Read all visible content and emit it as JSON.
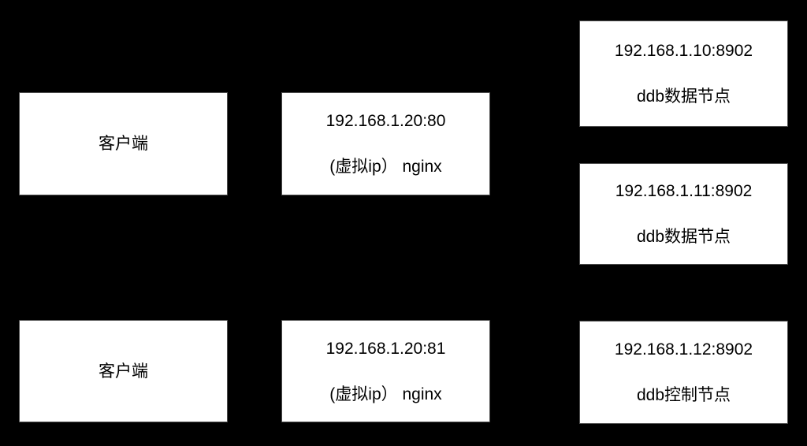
{
  "theme": {
    "background": "#000000",
    "box_fill": "#ffffff",
    "box_border": "#4d4d4d",
    "box_text": "#000000"
  },
  "diagram": {
    "nodes": {
      "client_top": {
        "line1": "客户端"
      },
      "nginx_top": {
        "line1": "192.168.1.20:80",
        "line2": "(虚拟ip） nginx"
      },
      "data_node_10": {
        "line1": "192.168.1.10:8902",
        "line2": "ddb数据节点"
      },
      "data_node_11": {
        "line1": "192.168.1.11:8902",
        "line2": "ddb数据节点"
      },
      "client_bottom": {
        "line1": "客户端"
      },
      "nginx_bottom": {
        "line1": "192.168.1.20:81",
        "line2": "(虚拟ip） nginx"
      },
      "control_node_12": {
        "line1": "192.168.1.12:8902",
        "line2": "ddb控制节点"
      }
    }
  }
}
